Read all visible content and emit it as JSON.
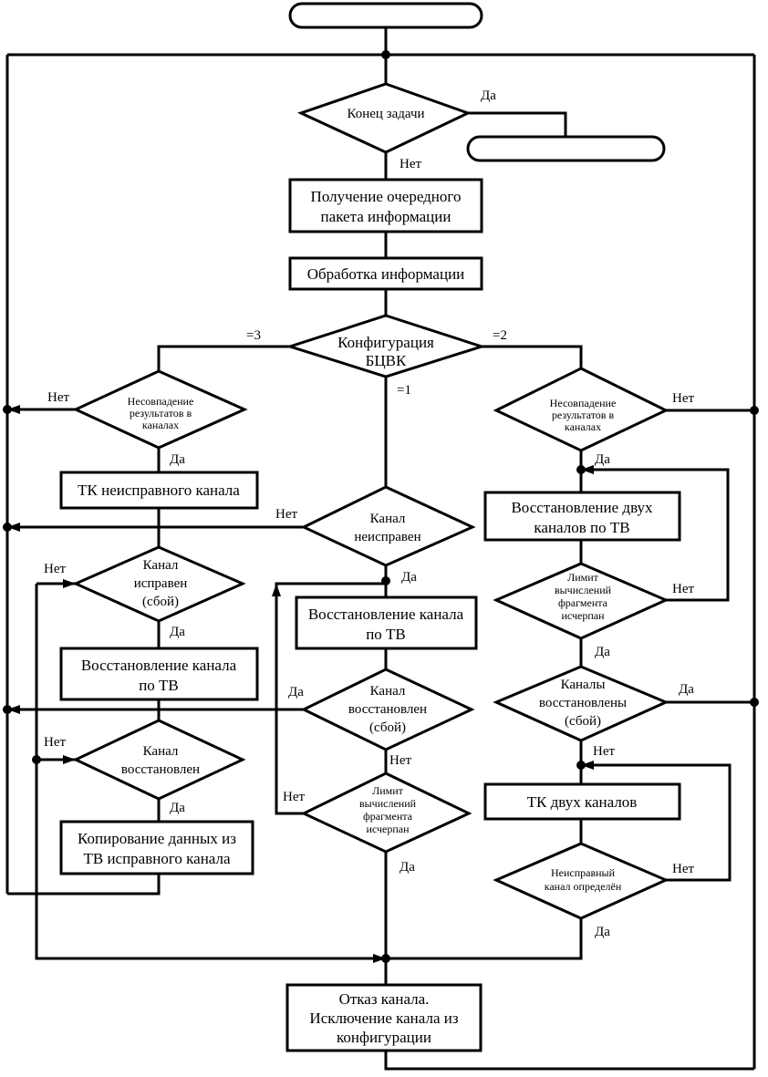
{
  "blocks": {
    "get_packet": [
      "Получение очередного",
      "пакета информации"
    ],
    "process": "Обработка информации",
    "tk_faulty": "ТК неисправного канала",
    "restore_left": [
      "Восстановление канала",
      "по ТВ"
    ],
    "copy_data": [
      "Копирование данных из",
      "ТВ исправного канала"
    ],
    "restore_mid": [
      "Восстановление канала",
      "по ТВ"
    ],
    "restore_two": [
      "Восстановление двух",
      "каналов по ТВ"
    ],
    "tk_two": "ТК двух каналов",
    "fail": [
      "Отказ канала.",
      "Исключение канала из",
      "конфигурации"
    ]
  },
  "decisions": {
    "end_task": "Конец задачи",
    "config": [
      "Конфигурация",
      "БЦВК"
    ],
    "mismatch_left": [
      "Несовпадение",
      "результатов в",
      "каналах"
    ],
    "mismatch_right": [
      "Несовпадение",
      "результатов в",
      "каналах"
    ],
    "channel_ok": [
      "Канал",
      "исправен",
      "(сбой)"
    ],
    "channel_restored_left": [
      "Канал",
      "восстановлен"
    ],
    "channel_faulty": [
      "Канал",
      "неисправен"
    ],
    "channel_restored_mid": [
      "Канал",
      "восстановлен",
      "(сбой)"
    ],
    "limit_mid": [
      "Лимит",
      "вычислений",
      "фрагмента",
      "исчерпан"
    ],
    "limit_right": [
      "Лимит",
      "вычислений",
      "фрагмента",
      "исчерпан"
    ],
    "channels_restored": [
      "Каналы",
      "восстановлены",
      "(сбой)"
    ],
    "faulty_found": [
      "Неисправный",
      "канал определён"
    ]
  },
  "labels": {
    "yes": "Да",
    "no": "Нет",
    "eq3": "=3",
    "eq2": "=2",
    "eq1": "=1"
  }
}
